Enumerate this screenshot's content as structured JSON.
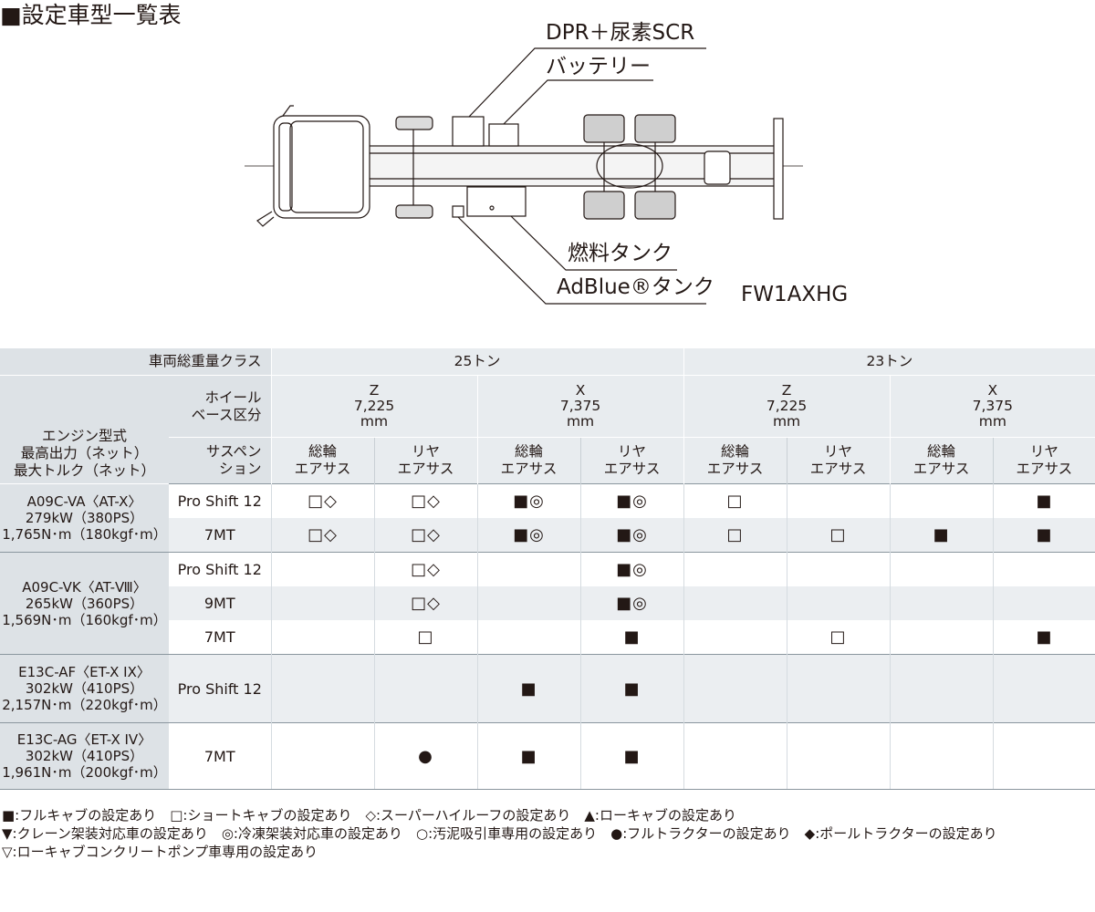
{
  "title": "■設定車型一覧表",
  "diagram": {
    "callouts": {
      "dpr_scr": "DPR＋尿素SCR",
      "battery": "バッテリー",
      "fuel_tank": "燃料タンク",
      "adblue_tank": "AdBlue®タンク"
    },
    "model_code": "FW1AXHG"
  },
  "table": {
    "header": {
      "gvw_label": "車両総重量クラス",
      "gvw_25": "25トン",
      "gvw_23": "23トン",
      "wheelbase_label": "ホイール\nベース区分",
      "wb_z": "Z\n7,225\nmm",
      "wb_x": "X\n7,375\nmm",
      "engine_label": "エンジン型式\n最高出力（ネット）\n最大トルク（ネット）",
      "suspension_label": "サスペン\nション",
      "susp_all_air": "総輪\nエアサス",
      "susp_rear_air": "リヤ\nエアサス"
    },
    "engines": [
      {
        "text": "A09C-VA〈AT-X〉\n279kW（380PS）\n1,765N･m（180kgf･m）"
      },
      {
        "text": "A09C-VK〈AT-Ⅷ〉\n265kW（360PS）\n1,569N･m（160kgf･m）"
      },
      {
        "text": "E13C-AF〈ET-X IX〉\n302kW（410PS）\n2,157N･m（220kgf･m）"
      },
      {
        "text": "E13C-AG〈ET-X IV〉\n302kW（410PS）\n1,961N･m（200kgf･m）"
      }
    ],
    "rows": [
      {
        "transmission": "Pro Shift 12",
        "cells": [
          "□◇",
          "□◇",
          "■◎",
          "■◎",
          "□",
          "",
          "",
          "■"
        ]
      },
      {
        "transmission": "7MT",
        "cells": [
          "□◇",
          "□◇",
          "■◎",
          "■◎",
          "□",
          "□",
          "■",
          "■"
        ]
      },
      {
        "transmission": "Pro Shift 12",
        "cells": [
          "",
          "□◇",
          "",
          "■◎",
          "",
          "",
          "",
          ""
        ]
      },
      {
        "transmission": "9MT",
        "cells": [
          "",
          "□◇",
          "",
          "■◎",
          "",
          "",
          "",
          ""
        ]
      },
      {
        "transmission": "7MT",
        "cells": [
          "",
          "□",
          "",
          "■",
          "",
          "□",
          "",
          "■"
        ]
      },
      {
        "transmission": "Pro Shift 12",
        "cells": [
          "",
          "",
          "■",
          "■",
          "",
          "",
          "",
          ""
        ]
      },
      {
        "transmission": "7MT",
        "cells": [
          "",
          "●",
          "■",
          "■",
          "",
          "",
          "",
          ""
        ]
      }
    ]
  },
  "legend": [
    "■:フルキャブの設定あり　□:ショートキャブの設定あり　◇:スーパーハイルーフの設定あり　▲:ローキャブの設定あり",
    "▼:クレーン架装対応車の設定あり　◎:冷凍架装対応車の設定あり　○:汚泥吸引車専用の設定あり　●:フルトラクターの設定あり　◆:ポールトラクターの設定あり",
    "▽:ローキャブコンクリートポンプ車専用の設定あり"
  ]
}
